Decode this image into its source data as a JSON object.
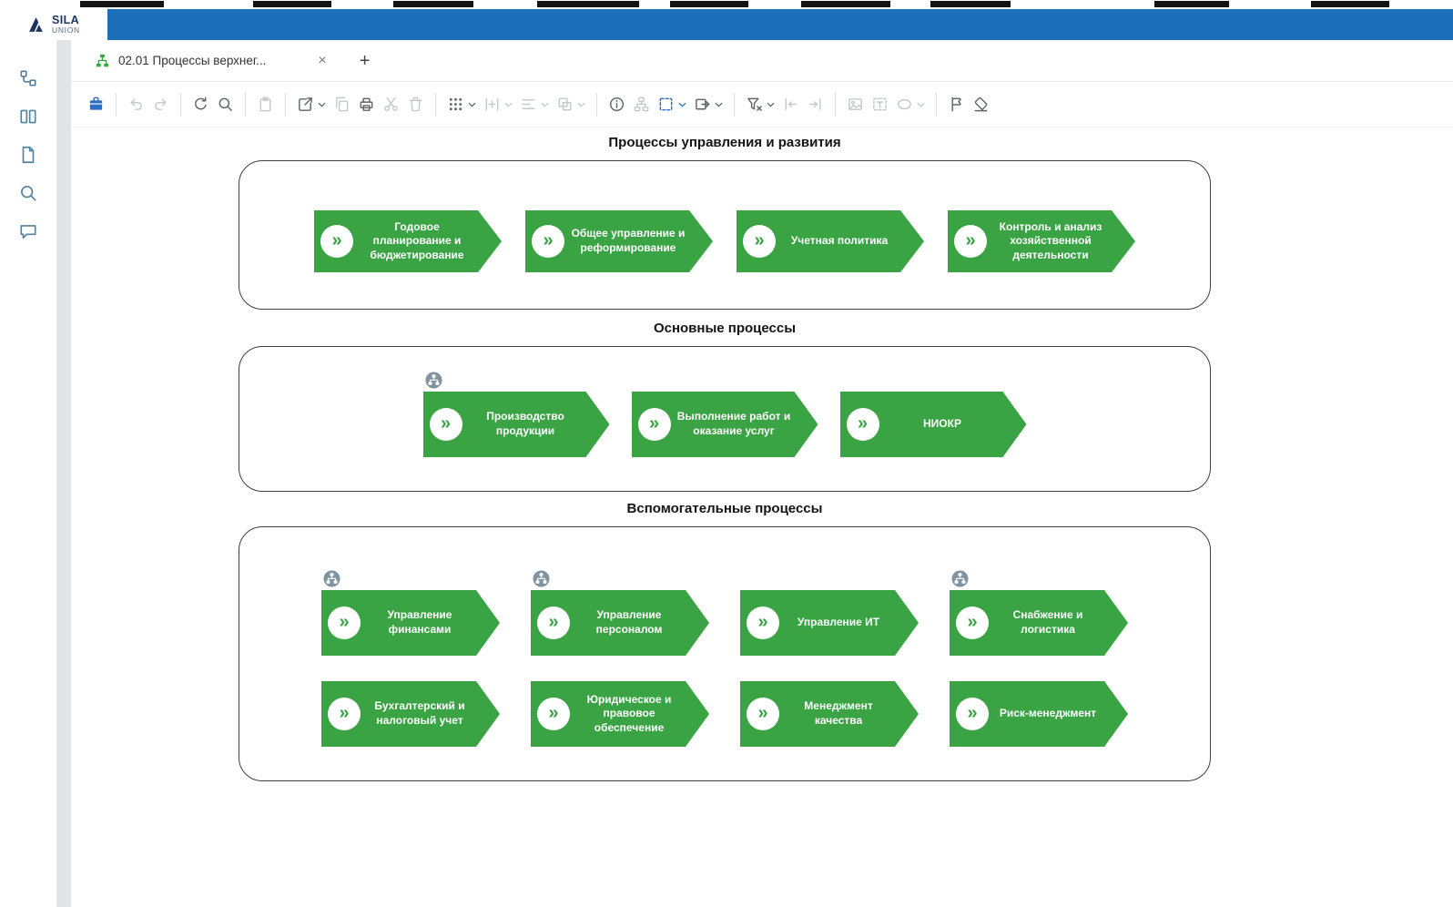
{
  "app": {
    "logo_top": "SILA",
    "logo_bottom": "UNION"
  },
  "tab_bar": {
    "active_tab": "02.01 Процессы верхнег...",
    "close_label": "×",
    "new_tab_label": "+"
  },
  "sidebar": {
    "items": [
      {
        "icon": "model-structure"
      },
      {
        "icon": "compare-models"
      },
      {
        "icon": "document"
      },
      {
        "icon": "search"
      },
      {
        "icon": "comments"
      }
    ]
  },
  "toolbar": {
    "groups": [
      {
        "items": [
          {
            "icon": "save-model",
            "enabled": true,
            "accent": true,
            "dropdown": false
          }
        ]
      },
      {
        "items": [
          {
            "icon": "undo",
            "enabled": false,
            "dropdown": false
          },
          {
            "icon": "redo",
            "enabled": false,
            "dropdown": false
          }
        ]
      },
      {
        "items": [
          {
            "icon": "refresh",
            "enabled": true,
            "dropdown": false
          },
          {
            "icon": "zoom",
            "enabled": true,
            "dropdown": false
          }
        ]
      },
      {
        "items": [
          {
            "icon": "paste",
            "enabled": false,
            "dropdown": false
          }
        ]
      },
      {
        "items": [
          {
            "icon": "export",
            "enabled": true,
            "dropdown": true
          },
          {
            "icon": "copy",
            "enabled": false,
            "dropdown": false
          },
          {
            "icon": "print",
            "enabled": true,
            "dropdown": false
          },
          {
            "icon": "cut",
            "enabled": false,
            "dropdown": false
          },
          {
            "icon": "delete",
            "enabled": false,
            "dropdown": false
          }
        ]
      },
      {
        "items": [
          {
            "icon": "grid",
            "enabled": true,
            "dropdown": true
          },
          {
            "icon": "distribute",
            "enabled": false,
            "dropdown": true
          },
          {
            "icon": "align",
            "enabled": false,
            "dropdown": true
          },
          {
            "icon": "arrange",
            "enabled": false,
            "dropdown": true
          }
        ]
      },
      {
        "items": [
          {
            "icon": "info",
            "enabled": true,
            "dropdown": false
          },
          {
            "icon": "tree",
            "enabled": false,
            "dropdown": false
          },
          {
            "icon": "selection",
            "enabled": true,
            "accent": true,
            "dropdown": true
          },
          {
            "icon": "open-in",
            "enabled": true,
            "dropdown": true
          }
        ]
      },
      {
        "items": [
          {
            "icon": "filter-clear",
            "enabled": true,
            "dropdown": true
          },
          {
            "icon": "collapse-left",
            "enabled": false,
            "dropdown": false
          },
          {
            "icon": "collapse-right",
            "enabled": false,
            "dropdown": false
          }
        ]
      },
      {
        "items": [
          {
            "icon": "image",
            "enabled": false,
            "dropdown": false
          },
          {
            "icon": "text-box",
            "enabled": false,
            "dropdown": false
          },
          {
            "icon": "shape-ellipse",
            "enabled": false,
            "dropdown": true
          }
        ]
      },
      {
        "items": [
          {
            "icon": "flag",
            "enabled": true,
            "dropdown": false
          },
          {
            "icon": "eraser",
            "enabled": true,
            "dropdown": false
          }
        ]
      }
    ]
  },
  "diagram": {
    "chevron_glyph": "»",
    "sections": [
      {
        "title": "Процессы управления и развития",
        "rows": [
          {
            "items": [
              {
                "label": "Годовое планирование и бюджетирование",
                "badge": false
              },
              {
                "label": "Общее управление и реформирование",
                "badge": false
              },
              {
                "label": "Учетная политика",
                "badge": false
              },
              {
                "label": "Контроль и анализ хозяйственной деятельности",
                "badge": false
              }
            ]
          }
        ]
      },
      {
        "title": "Основные процессы",
        "rows": [
          {
            "items": [
              {
                "label": "Производство продукции",
                "badge": true
              },
              {
                "label": "Выполнение работ и оказание услуг",
                "badge": false
              },
              {
                "label": "НИОКР",
                "badge": false
              }
            ]
          }
        ]
      },
      {
        "title": "Вспомогательные процессы",
        "rows": [
          {
            "items": [
              {
                "label": "Управление финансами",
                "badge": true
              },
              {
                "label": "Управление персоналом",
                "badge": true
              },
              {
                "label": "Управление ИТ",
                "badge": false
              },
              {
                "label": "Снабжение и логистика",
                "badge": true
              }
            ]
          },
          {
            "items": [
              {
                "label": "Бухгалтерский и налоговый учет",
                "badge": false
              },
              {
                "label": "Юридическое и правовое обеспечение",
                "badge": false
              },
              {
                "label": "Менеджмент качества",
                "badge": false
              },
              {
                "label": "Риск-менеджмент",
                "badge": false
              }
            ]
          }
        ]
      }
    ]
  },
  "colors": {
    "header_blue": "#1d6fba",
    "process_green": "#3aa344",
    "badge_gray": "#7f93a2",
    "accent_blue": "#2a6fc2"
  }
}
